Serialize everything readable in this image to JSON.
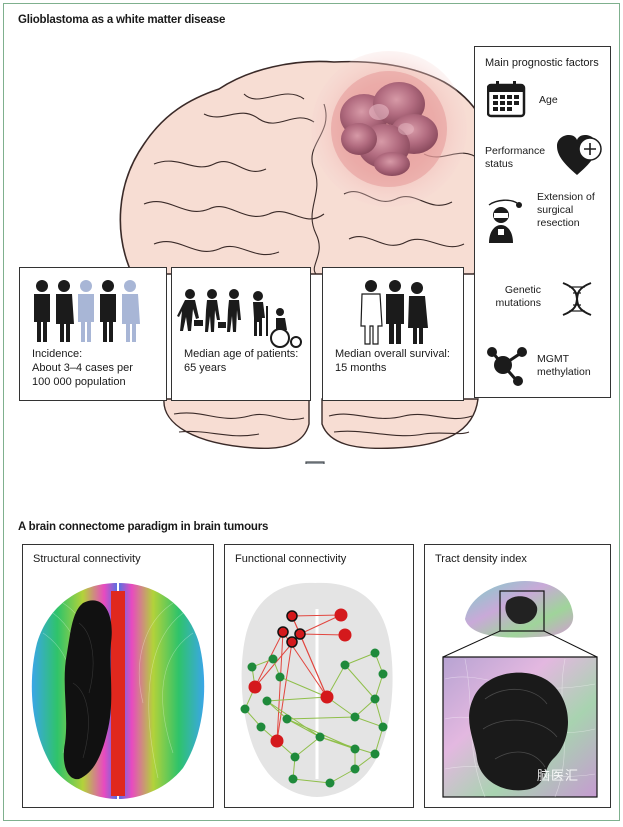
{
  "top": {
    "title": "Glioblastoma as a white matter disease",
    "stats": [
      {
        "line1": "Incidence:",
        "line2": "About 3–4 cases per",
        "line3": "100 000 population"
      },
      {
        "line1": "Median age of patients:",
        "line2": "65 years"
      },
      {
        "line1": "Median overall survival:",
        "line2": "15 months"
      }
    ],
    "prognostic": {
      "title": "Main prognostic factors",
      "age": "Age",
      "performance_1": "Performance",
      "performance_2": "status",
      "extension_1": "Extension of",
      "extension_2": "surgical",
      "extension_3": "resection",
      "genetic_1": "Genetic",
      "genetic_2": "mutations",
      "mgmt_1": "MGMT",
      "mgmt_2": "methylation"
    }
  },
  "bottom": {
    "title": "A brain connectome paradigm in brain tumours",
    "panels": [
      {
        "title": "Structural connectivity"
      },
      {
        "title": "Functional connectivity"
      },
      {
        "title": "Tract density index"
      }
    ]
  },
  "colors": {
    "brain_fill": "#f7ddd3",
    "brain_line": "#3a2a28",
    "tumour_glow": "#e9a0a0",
    "arrow_fill": "#9aa0a6",
    "node_green": "#1f8a3b",
    "node_red": "#d4191c",
    "edge_red": "#e2463f",
    "edge_green": "#8fbf4a",
    "silhouette_dark": "#1b1b1b",
    "silhouette_blue": "#a8b6d6"
  },
  "watermark": "脑医汇"
}
